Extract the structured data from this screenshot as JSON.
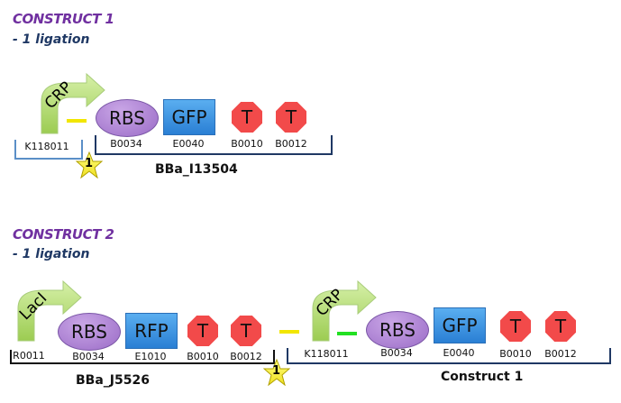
{
  "construct1": {
    "heading": "CONSTRUCT 1",
    "subheading": "- 1 ligation",
    "promoter": {
      "label": "CRP",
      "part": "K118011"
    },
    "rbs": {
      "label": "RBS",
      "part": "B0034"
    },
    "cds": {
      "label": "GFP",
      "part": "E0040"
    },
    "terminators": [
      {
        "label": "T",
        "part": "B0010"
      },
      {
        "label": "T",
        "part": "B0012"
      }
    ],
    "ligation_star": "1",
    "assembly_label": "BBa_I13504"
  },
  "construct2": {
    "heading": "CONSTRUCT 2",
    "subheading": "- 1 ligation",
    "left": {
      "promoter": {
        "label": "LacI",
        "part": "R0011"
      },
      "rbs": {
        "label": "RBS",
        "part": "B0034"
      },
      "cds": {
        "label": "RFP",
        "part": "E1010"
      },
      "terminators": [
        {
          "label": "T",
          "part": "B0010"
        },
        {
          "label": "T",
          "part": "B0012"
        }
      ],
      "assembly_label": "BBa_J5526"
    },
    "right": {
      "promoter": {
        "label": "CRP",
        "part": "K118011"
      },
      "rbs": {
        "label": "RBS",
        "part": "B0034"
      },
      "cds": {
        "label": "GFP",
        "part": "E0040"
      },
      "terminators": [
        {
          "label": "T",
          "part": "B0010"
        },
        {
          "label": "T",
          "part": "B0012"
        }
      ],
      "assembly_label": "Construct 1"
    },
    "ligation_star": "1"
  },
  "colors": {
    "heading": "#7030a0",
    "subheading": "#1f3864",
    "yellow_scar": "#f2e600",
    "green_scar": "#22e022",
    "bracket_blue": "#1f3864",
    "bracket_light": "#5b8fc7",
    "bracket_black": "#111111"
  }
}
